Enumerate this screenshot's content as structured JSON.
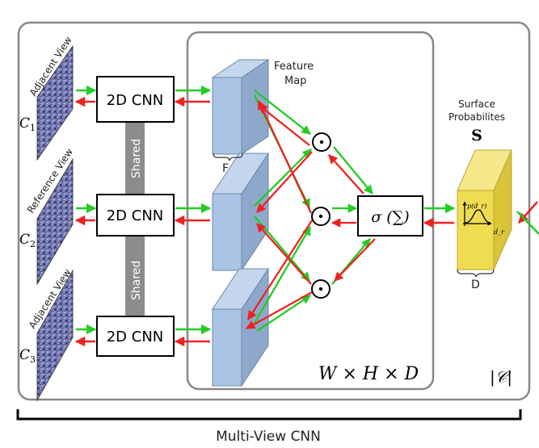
{
  "views": [
    {
      "label": "Adjacent View",
      "camera": "C",
      "sub": "1"
    },
    {
      "label": "Reference View",
      "camera": "C",
      "sub": "2"
    },
    {
      "label": "Adjacent View",
      "camera": "C",
      "sub": "3"
    }
  ],
  "cnn_label": "2D CNN",
  "shared_label": "Shared",
  "feature_map": {
    "line1": "Feature",
    "line2": "Map"
  },
  "feature_dim": "F",
  "dot_symbol": "⊙",
  "sigma_block": "σ (∑)",
  "volume_dims": "W × H × D",
  "surface": {
    "line1": "Surface",
    "line2": "Probabilites",
    "symbol": "S"
  },
  "surface_dim": "D",
  "plot": {
    "ylabel": "p(d_r)",
    "xlabel": "d_r"
  },
  "cardinality": "|𝒞|",
  "bottom_label": "Multi-View CNN",
  "colors": {
    "forward": "#22cc22",
    "backward": "#ee2222",
    "feature_block": "#a9c4e4",
    "surface_block": "#f0dc50",
    "shared_bar": "#8c8c8c"
  }
}
